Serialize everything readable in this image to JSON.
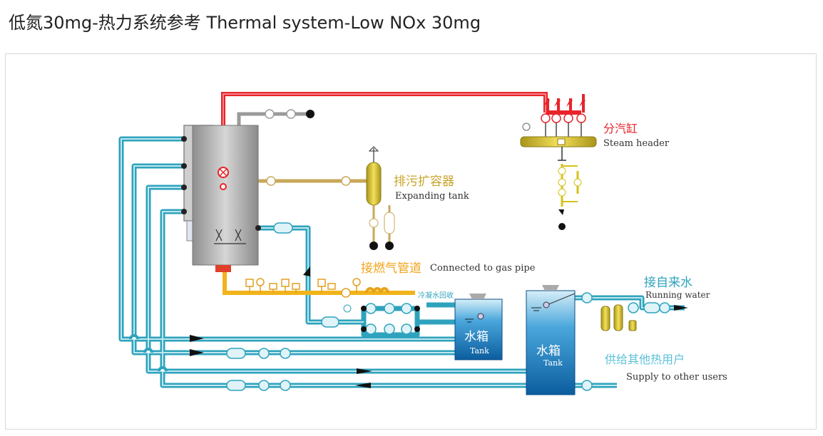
{
  "title": "低氮30mg-热力系统参考 Thermal system-Low NOx 30mg",
  "labels": {
    "steam_header_cn": "分汽缸",
    "steam_header_en": "Steam header",
    "expanding_tank_cn": "排污扩容器",
    "expanding_tank_en": "Expanding tank",
    "gas_pipe_cn": "接燃气管道",
    "gas_pipe_en": "Connected to gas pipe",
    "condensate_cn": "冷凝水回收",
    "running_water_cn": "接自来水",
    "running_water_en": "Running water",
    "tank1_cn": "水箱",
    "tank1_en": "Tank",
    "tank2_cn": "水箱",
    "tank2_en": "Tank",
    "supply_cn": "供给其他热用户",
    "supply_en": "Supply to other users"
  },
  "colors": {
    "steam": "#e8232a",
    "water": "#3aaec8",
    "gas": "#f2b41c",
    "blowdown": "#c8a85a",
    "header": "#d4c21a",
    "tank": "#1e6fb3"
  }
}
